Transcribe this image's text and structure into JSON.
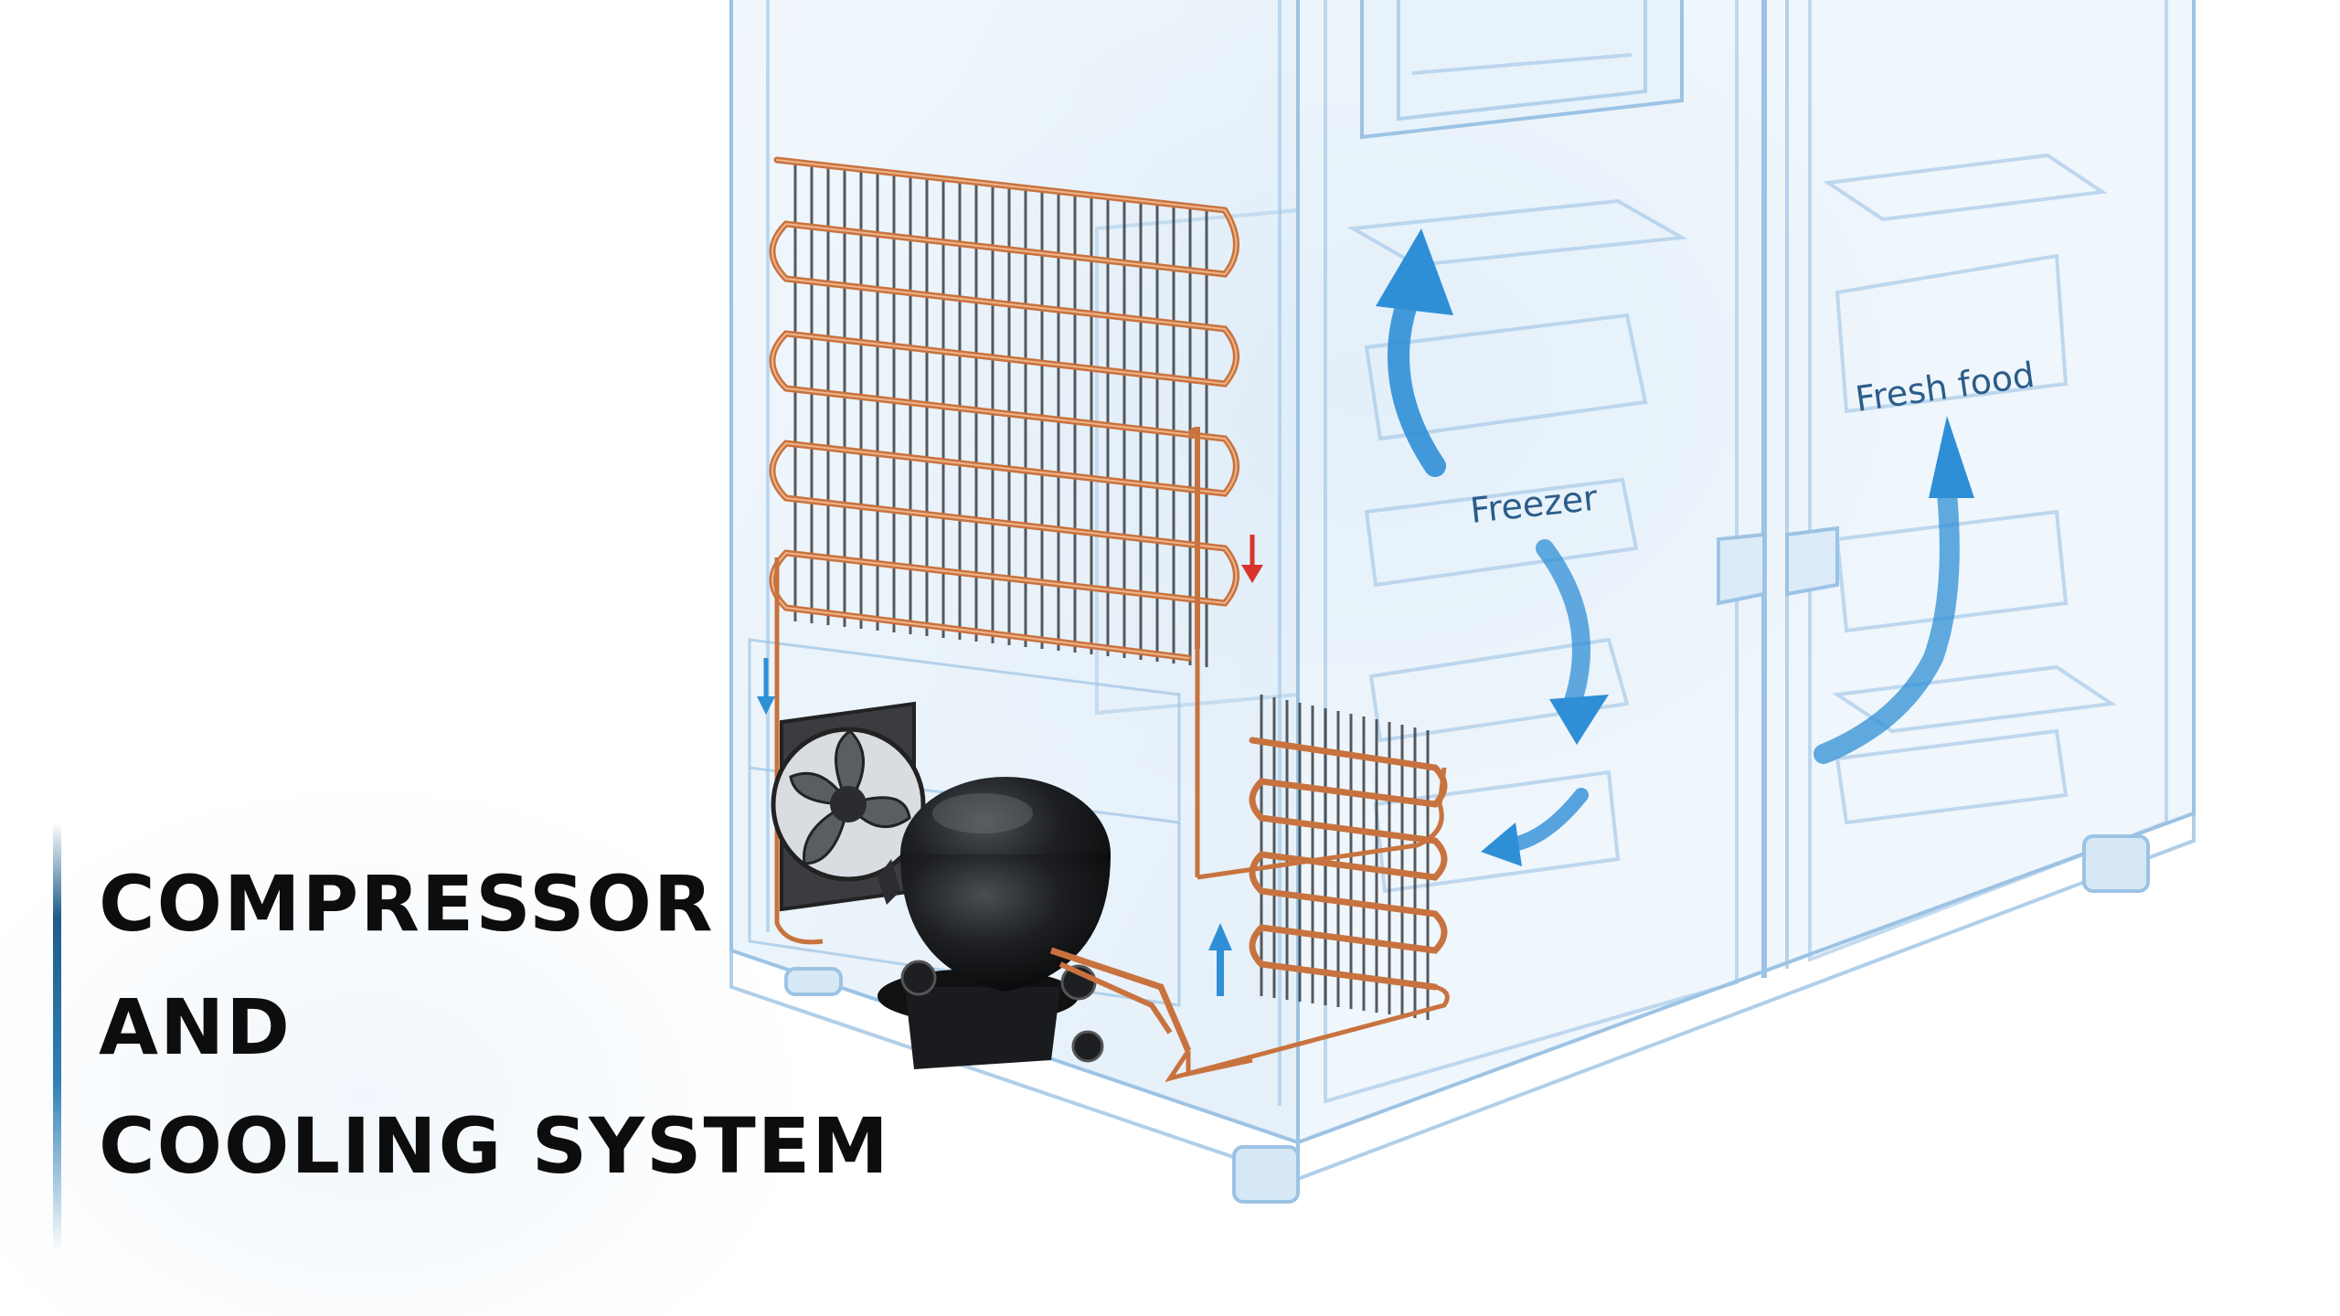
{
  "title": {
    "line1": "COMPRESSOR",
    "line2": "AND",
    "line3": "COOLING SYSTEM"
  },
  "labels": {
    "freezer": "Freezer",
    "fresh_food": "Fresh food"
  },
  "icons": [
    "condenser-coil-icon",
    "fan-icon",
    "compressor-icon",
    "evaporator-coil-icon",
    "airflow-arrow-icon",
    "refrigerant-flow-arrow-icon"
  ],
  "colors": {
    "accent": "#1f5d8a",
    "copper": "#c8733f",
    "airflow_arrow": "#2f8fd6",
    "hot_flow_arrow": "#d9342b",
    "cold_flow_arrow": "#2f8fd6",
    "cabinet_line": "#9cc3e4",
    "title_text": "#0d0d0d"
  }
}
